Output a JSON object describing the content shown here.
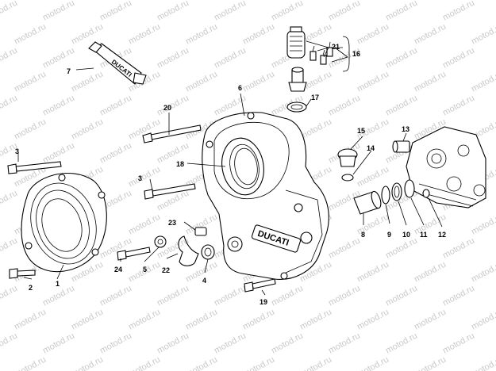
{
  "watermark": "motod.ru",
  "tube_brand": "DUCATI",
  "cover_brand": "DUCATI",
  "labels": {
    "l1": "1",
    "l2": "2",
    "l3a": "3",
    "l3b": "3",
    "l4": "4",
    "l5": "5",
    "l6": "6",
    "l7": "7",
    "l8": "8",
    "l9": "9",
    "l10": "10",
    "l11": "11",
    "l12": "12",
    "l13": "13",
    "l14": "14",
    "l15": "15",
    "l16": "16",
    "l17": "17",
    "l18": "18",
    "l19": "19",
    "l20": "20",
    "l21": "21",
    "l22": "22",
    "l23": "23",
    "l24": "24"
  }
}
